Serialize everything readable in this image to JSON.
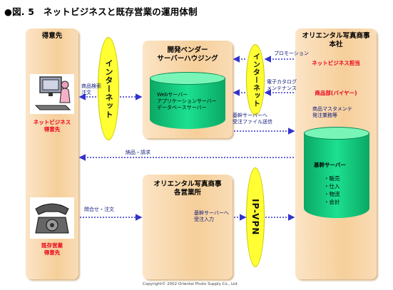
{
  "title": "●図. 5　ネットビジネスと既存営業の運用体制",
  "left_panel": {
    "title": "得意先",
    "net_label": "ネットビジネス\n得意先",
    "existing_label": "既存営業\n得意先"
  },
  "hosting_panel": {
    "title_line1": "開発ベンダー",
    "title_line2": "サーバーハウジング",
    "servers": [
      "Webサーバー",
      "アプリケーションサーバー",
      "データベースサーバー"
    ]
  },
  "branch_panel": {
    "title_line1": "オリエンタル写真商事",
    "title_line2": "各営業所"
  },
  "hq_panel": {
    "title_line1": "オリエンタル写真商事",
    "title_line2": "本社",
    "net_business": "ネットビジネス担当",
    "product_dept": "商品部(バイヤー)",
    "core_server": "基幹サーバー",
    "core_items": [
      "・販売",
      "・仕入",
      "・物流",
      "・会計"
    ]
  },
  "ellipses": {
    "internet_left": "インターネット",
    "internet_right": "インターネット",
    "ip_vpn": "IP-VPN"
  },
  "arrow_labels": {
    "product_search": "商品検索\n注文",
    "promotion": "プロモーション",
    "catalog_maintenance": "電子カタログ\nメンテナンス",
    "product_master": "商品マスタメンテ\n発注業務等",
    "core_to_server": "基幹サーバーへ\n受注ファイル送信",
    "delivery_billing": "納品・請求",
    "inquiry_order": "問合せ・注文",
    "order_entry": "基幹サーバーへ\n受注入力"
  },
  "copyright": "Copyright© 2002 Oriental Photo Supply Co., Ltd",
  "colors": {
    "panel": "#f6cf9a",
    "ellipse": "#ffff33",
    "arrow": "#3333cc",
    "red_text": "#e8001b",
    "cylinder": "#1ce090"
  },
  "icons": [
    "computer-user-icon",
    "telephone-icon"
  ]
}
